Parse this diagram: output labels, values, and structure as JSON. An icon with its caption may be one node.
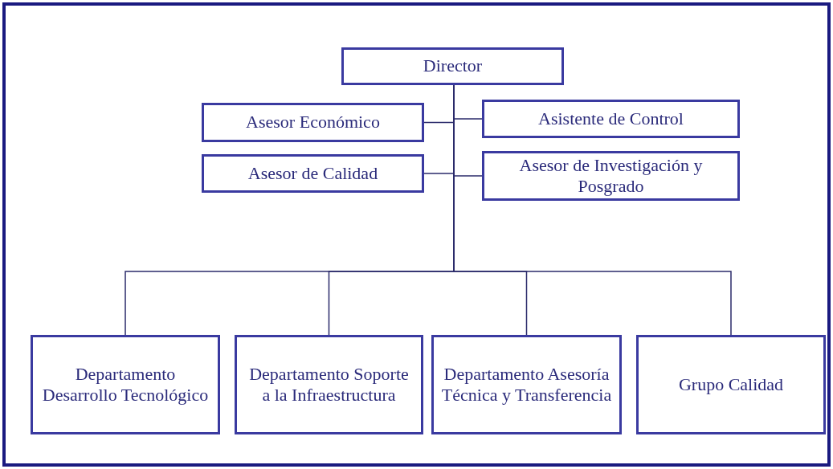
{
  "diagram": {
    "nodes": [
      {
        "text": [
          "Director"
        ]
      },
      {
        "text": [
          "Asesor Económico"
        ]
      },
      {
        "text": [
          "Asistente de Control"
        ]
      },
      {
        "text": [
          "Asesor de Calidad"
        ]
      },
      {
        "text": [
          "Asesor de Investigación y Posgrado"
        ]
      },
      {
        "text": [
          "Departamento Desarrollo Tecnológico"
        ]
      },
      {
        "text": [
          "Departamento Soporte a la Infraestructura"
        ]
      },
      {
        "text": [
          "Departamento Asesoría Técnica y Transferencia"
        ]
      },
      {
        "text": [
          "Grupo Calidad"
        ]
      }
    ],
    "edges": [
      {
        "from": 0,
        "to": 1,
        "arrow": "none"
      },
      {
        "from": 0,
        "to": 2,
        "arrow": "none"
      },
      {
        "from": 0,
        "to": 3,
        "arrow": "none"
      },
      {
        "from": 0,
        "to": 4,
        "arrow": "none"
      },
      {
        "from": 0,
        "to": 5,
        "arrow": "none"
      },
      {
        "from": 0,
        "to": 6,
        "arrow": "none"
      },
      {
        "from": 0,
        "to": 7,
        "arrow": "none"
      },
      {
        "from": 0,
        "to": 8,
        "arrow": "none"
      }
    ]
  }
}
